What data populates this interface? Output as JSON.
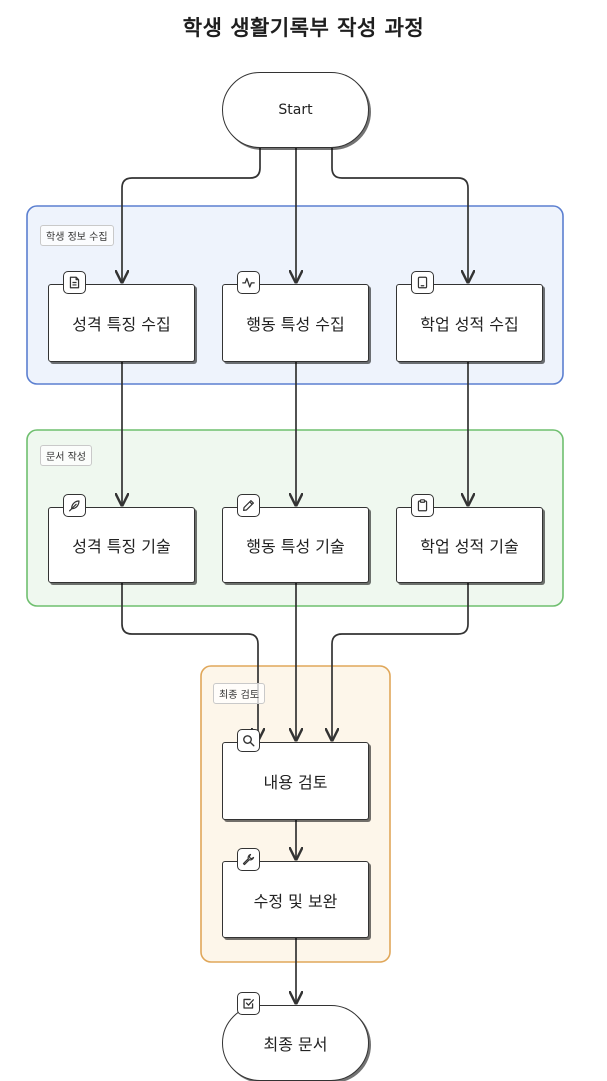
{
  "title": "학생 생활기록부 작성 과정",
  "colors": {
    "group_info_border": "#5b7fd0",
    "group_info_fill": "#eef3fc",
    "group_doc_border": "#6fbf6f",
    "group_doc_fill": "#eff8ef",
    "group_review_border": "#e0a75a",
    "group_review_fill": "#fdf6ea",
    "edge": "#333333"
  },
  "groups": {
    "info": {
      "label": "학생 정보 수집"
    },
    "doc": {
      "label": "문서 작성"
    },
    "review": {
      "label": "최종 검토"
    }
  },
  "nodes": {
    "start": {
      "label": "Start"
    },
    "personality_collect": {
      "label": "성격 특징 수집",
      "icon": "document-icon"
    },
    "behavior_collect": {
      "label": "행동 특성 수집",
      "icon": "activity-icon"
    },
    "academic_collect": {
      "label": "학업 성적 수집",
      "icon": "tablet-icon"
    },
    "personality_write": {
      "label": "성격 특징 기술",
      "icon": "feather-icon"
    },
    "behavior_write": {
      "label": "행동 특성 기술",
      "icon": "pencil-icon"
    },
    "academic_write": {
      "label": "학업 성적 기술",
      "icon": "clipboard-icon"
    },
    "content_review": {
      "label": "내용 검토",
      "icon": "search-icon"
    },
    "revise": {
      "label": "수정 및 보완",
      "icon": "wrench-icon"
    },
    "final_doc": {
      "label": "최종 문서",
      "icon": "check-square-icon"
    }
  },
  "edges": [
    {
      "from": "start",
      "to": "personality_collect"
    },
    {
      "from": "start",
      "to": "behavior_collect"
    },
    {
      "from": "start",
      "to": "academic_collect"
    },
    {
      "from": "personality_collect",
      "to": "personality_write"
    },
    {
      "from": "behavior_collect",
      "to": "behavior_write"
    },
    {
      "from": "academic_collect",
      "to": "academic_write"
    },
    {
      "from": "personality_write",
      "to": "content_review"
    },
    {
      "from": "behavior_write",
      "to": "content_review"
    },
    {
      "from": "academic_write",
      "to": "content_review"
    },
    {
      "from": "content_review",
      "to": "revise"
    },
    {
      "from": "revise",
      "to": "final_doc"
    }
  ]
}
